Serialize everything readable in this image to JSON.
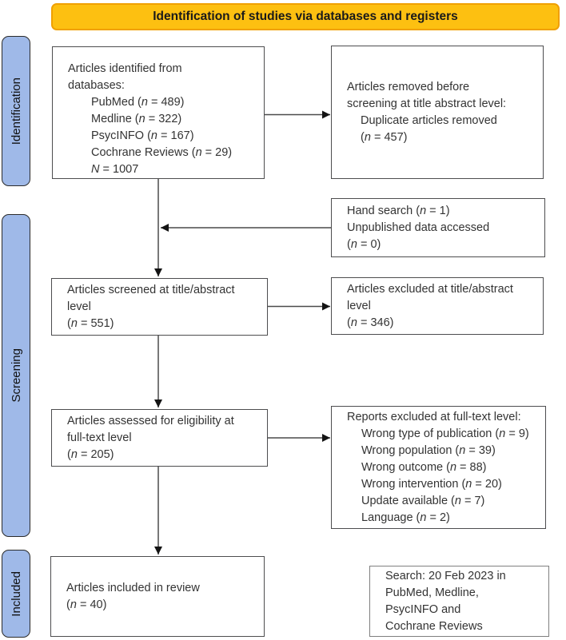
{
  "colors": {
    "banner_fill": "#fdc011",
    "banner_border": "#f0a000",
    "sidebar_fill": "#9fb9e8",
    "sidebar_border": "#2b2b2b",
    "box_border": "#4d4d4f",
    "note_border": "#7f7f7f",
    "arrow": "#4a4a4a",
    "text": "#333333"
  },
  "banner": {
    "label": "Identification of studies via databases and registers"
  },
  "sidebar": {
    "identification": "Identification",
    "screening": "Screening",
    "included": "Included"
  },
  "boxes": {
    "identified": {
      "lines": [
        {
          "text": "Articles identified from",
          "indent": 0
        },
        {
          "text": "databases:",
          "indent": 0
        },
        {
          "text": "PubMed (*n* = 489)",
          "indent": 29
        },
        {
          "text": "Medline (*n* = 322)",
          "indent": 29
        },
        {
          "text": "PsycINFO (*n* = 167)",
          "indent": 29
        },
        {
          "text": "Cochrane Reviews (*n* = 29)",
          "indent": 29
        },
        {
          "text": "*N* = 1007",
          "indent": 29
        }
      ]
    },
    "removed": {
      "lines": [
        {
          "text": "Articles removed before",
          "indent": 0
        },
        {
          "text": "screening at title abstract level:",
          "indent": 0
        },
        {
          "text": "Duplicate articles removed",
          "indent": 17
        },
        {
          "text": "(*n* = 457)",
          "indent": 17
        }
      ]
    },
    "hand_search": {
      "lines": [
        {
          "text": "Hand search (*n* = 1)",
          "indent": 0
        },
        {
          "text": "Unpublished data accessed",
          "indent": 0
        },
        {
          "text": "(*n* = 0)",
          "indent": 0
        }
      ]
    },
    "screened": {
      "lines": [
        {
          "text": "Articles screened at title/abstract",
          "indent": 0
        },
        {
          "text": "level",
          "indent": 0
        },
        {
          "text": "(*n* = 551)",
          "indent": 0
        }
      ]
    },
    "excluded_title_abstract": {
      "lines": [
        {
          "text": "Articles excluded at title/abstract",
          "indent": 0
        },
        {
          "text": "level",
          "indent": 0
        },
        {
          "text": "(*n* = 346)",
          "indent": 0
        }
      ]
    },
    "assessed": {
      "lines": [
        {
          "text": "Articles assessed for eligibility at",
          "indent": 0
        },
        {
          "text": "full-text level",
          "indent": 0
        },
        {
          "text": "(*n* = 205)",
          "indent": 0
        }
      ]
    },
    "excluded_full_text": {
      "lines": [
        {
          "text": "Reports excluded at full-text level:",
          "indent": 0
        },
        {
          "text": "Wrong type of publication (*n* = 9)",
          "indent": 18
        },
        {
          "text": "Wrong population (*n* = 39)",
          "indent": 18
        },
        {
          "text": "Wrong outcome (*n* = 88)",
          "indent": 18
        },
        {
          "text": "Wrong intervention (*n* = 20)",
          "indent": 18
        },
        {
          "text": "Update available (*n* = 7)",
          "indent": 18
        },
        {
          "text": "Language (*n* = 2)",
          "indent": 18
        }
      ]
    },
    "included": {
      "lines": [
        {
          "text": "Articles included in review",
          "indent": 0
        },
        {
          "text": "(*n* = 40)",
          "indent": 0
        }
      ]
    },
    "search_note": {
      "lines": [
        {
          "text": "Search: 20 Feb 2023 in",
          "indent": 0
        },
        {
          "text": "PubMed, Medline,",
          "indent": 0
        },
        {
          "text": "PsycINFO and",
          "indent": 0
        },
        {
          "text": "Cochrane Reviews",
          "indent": 0
        }
      ]
    }
  }
}
